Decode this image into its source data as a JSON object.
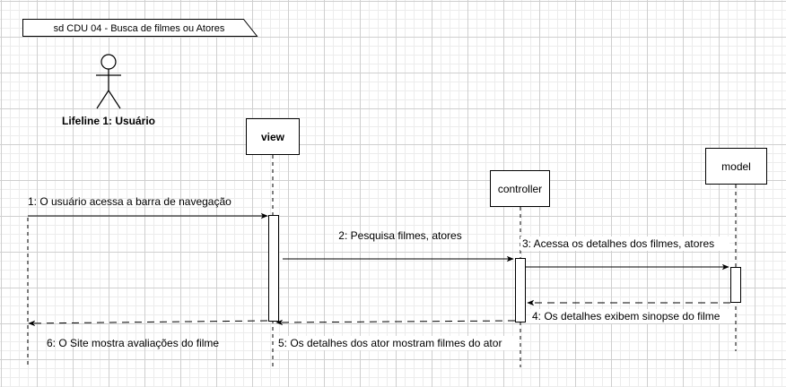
{
  "frame": {
    "title": "sd CDU 04 - Busca de filmes  ou Atores"
  },
  "actor": {
    "label": "Lifeline 1: Usuário",
    "icon": "stick-figure-icon"
  },
  "lifelines": {
    "view": "view",
    "controller": "controller",
    "model": "model"
  },
  "messages": [
    {
      "number": 1,
      "text": "1: O usuário acessa a barra de navegação",
      "type": "sync"
    },
    {
      "number": 2,
      "text": "2: Pesquisa filmes, atores",
      "type": "sync"
    },
    {
      "number": 3,
      "text": "3: Acessa os detalhes dos filmes, atores",
      "type": "sync"
    },
    {
      "number": 4,
      "text": "4: Os detalhes exibem sinopse do filme",
      "type": "reply"
    },
    {
      "number": 5,
      "text": "5: Os detalhes dos ator mostram filmes do ator",
      "type": "reply"
    },
    {
      "number": 6,
      "text": "6: O Site mostra avaliações do filme",
      "type": "reply"
    }
  ]
}
